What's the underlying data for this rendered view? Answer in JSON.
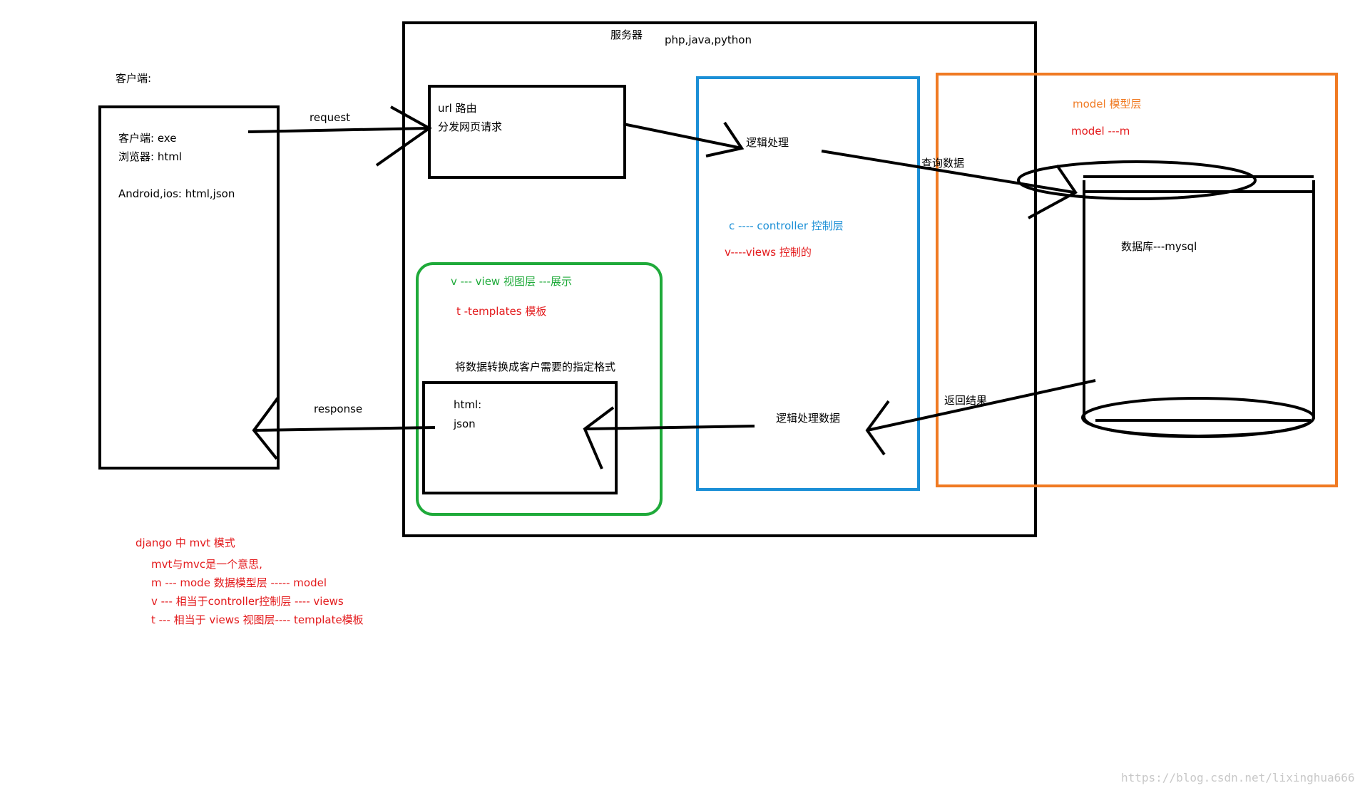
{
  "client": {
    "heading": "客户端:",
    "lines": [
      "客户端: exe",
      "浏览器: html",
      "Android,ios: html,json"
    ]
  },
  "server": {
    "title": "服务器",
    "languages": "php,java,python"
  },
  "router": {
    "lines": [
      "url 路由",
      "分发网页请求"
    ]
  },
  "arrows": {
    "request": "request",
    "response": "response",
    "query": "查询数据",
    "return": "返回结果"
  },
  "controller": {
    "logic": "逻辑处理",
    "c_label": "c  ---- controller 控制层",
    "v_label": "v----views 控制的",
    "logic_data": "逻辑处理数据"
  },
  "view_group": {
    "v_label": "v   --- view  视图层 ---展示",
    "t_label": "t -templates  模板",
    "convert": "将数据转换成客户需要的指定格式",
    "output_lines": [
      "html:",
      "json"
    ]
  },
  "model_group": {
    "title": "model   模型层",
    "subtitle": "model ---m",
    "database": "数据库---mysql"
  },
  "legend": {
    "title": "django 中 mvt 模式",
    "lines": [
      "mvt与mvc是一个意思,",
      "m ---  mode 数据模型层 ----- model",
      "v   --- 相当于controller控制层 ---- views",
      "t  --- 相当于 views 视图层---- template模板"
    ]
  },
  "watermark": "https://blog.csdn.net/lixinghua666",
  "colors": {
    "black": "#000000",
    "blue": "#1b8fd6",
    "orange": "#f07a22",
    "green": "#1faa3a",
    "red": "#e31a1c"
  }
}
